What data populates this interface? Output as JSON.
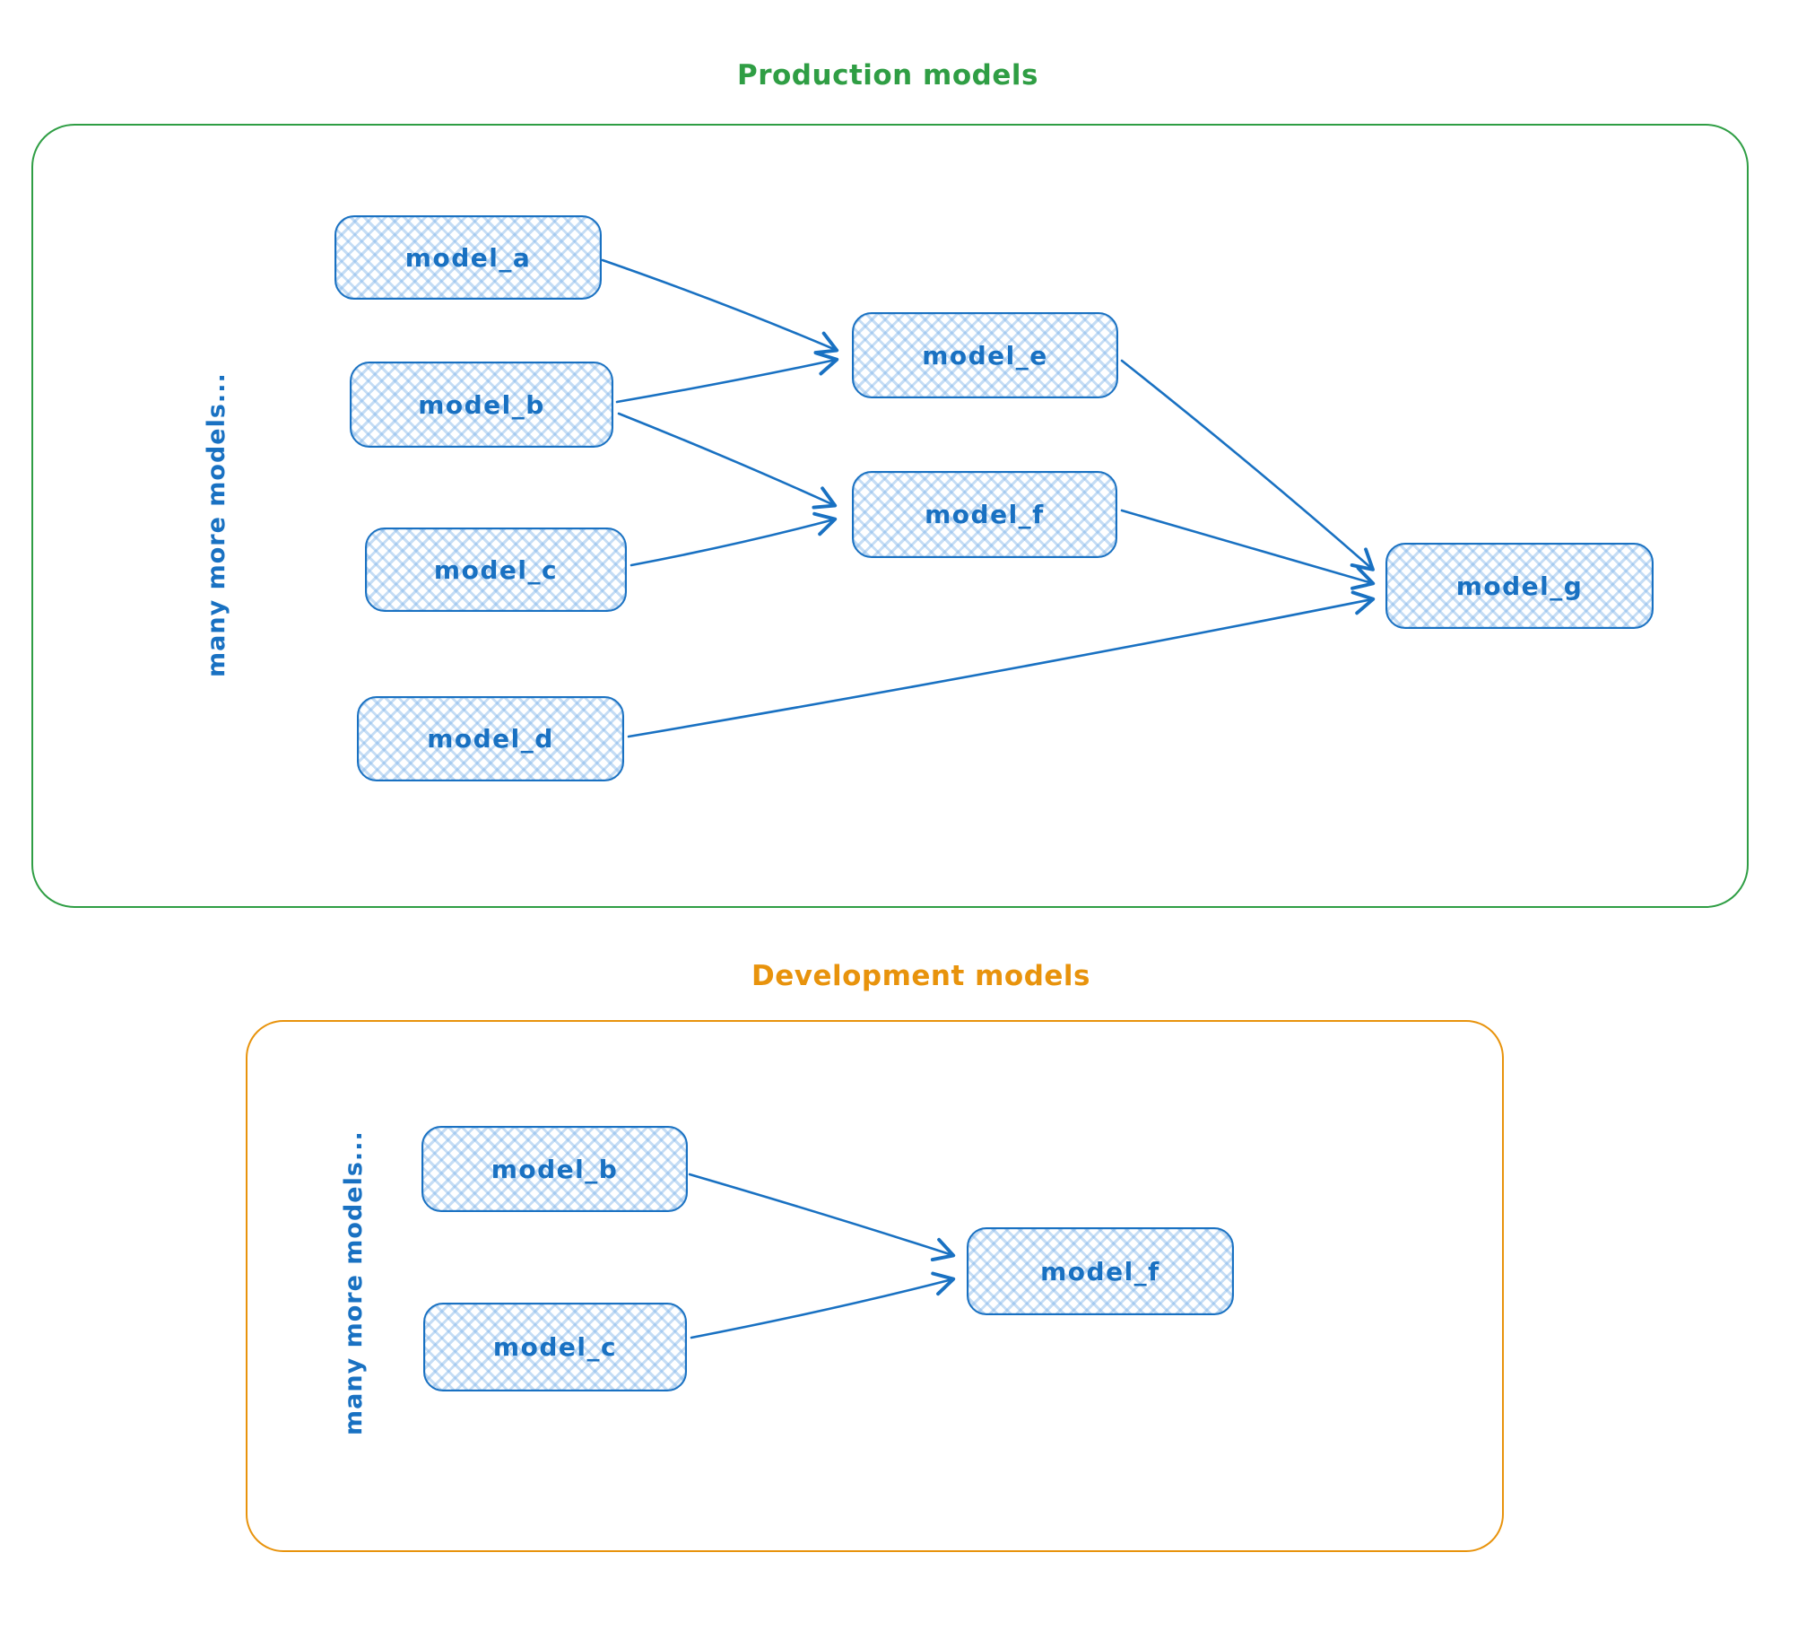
{
  "colors": {
    "node_stroke": "#1971c2",
    "node_fill_hatch": "#7eb4e9",
    "production_accent": "#2f9e44",
    "development_accent": "#e8930c"
  },
  "production": {
    "title": "Production models",
    "side_label": "many more models...",
    "nodes": {
      "a": {
        "label": "model_a"
      },
      "b": {
        "label": "model_b"
      },
      "c": {
        "label": "model_c"
      },
      "d": {
        "label": "model_d"
      },
      "e": {
        "label": "model_e"
      },
      "f": {
        "label": "model_f"
      },
      "g": {
        "label": "model_g"
      }
    },
    "edges": [
      {
        "from": "model_a",
        "to": "model_e"
      },
      {
        "from": "model_b",
        "to": "model_e"
      },
      {
        "from": "model_b",
        "to": "model_f"
      },
      {
        "from": "model_c",
        "to": "model_f"
      },
      {
        "from": "model_e",
        "to": "model_g"
      },
      {
        "from": "model_f",
        "to": "model_g"
      },
      {
        "from": "model_d",
        "to": "model_g"
      }
    ]
  },
  "development": {
    "title": "Development models",
    "side_label": "many more models...",
    "nodes": {
      "b": {
        "label": "model_b"
      },
      "c": {
        "label": "model_c"
      },
      "f": {
        "label": "model_f"
      }
    },
    "edges": [
      {
        "from": "model_b",
        "to": "model_f"
      },
      {
        "from": "model_c",
        "to": "model_f"
      }
    ]
  }
}
